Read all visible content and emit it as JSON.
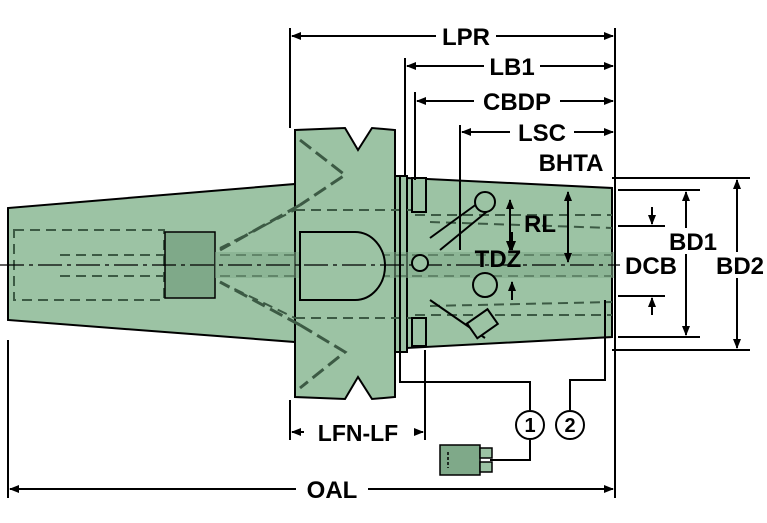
{
  "colors": {
    "body": "#9cc3a4",
    "body_dark": "#7fa989",
    "outline": "#000000",
    "hidden": "#3c5a44",
    "background": "#ffffff"
  },
  "dimensions": {
    "lpr": "LPR",
    "lb1": "LB1",
    "cbdp": "CBDP",
    "lsc": "LSC",
    "bhta": "BHTA",
    "rl": "RL",
    "tdz": "TDZ",
    "dcb": "DCB",
    "bd1": "BD1",
    "bd2": "BD2",
    "lfn_lf": "LFN-LF",
    "oal": "OAL"
  },
  "callouts": {
    "c1": "1",
    "c2": "2"
  }
}
